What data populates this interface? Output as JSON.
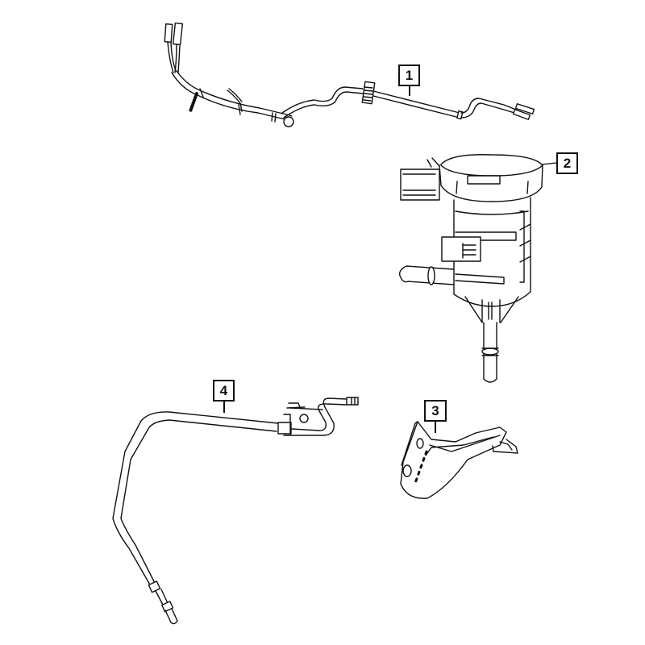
{
  "diagram": {
    "type": "exploded-parts-diagram",
    "background": "#ffffff",
    "line_color": "#111111",
    "parts": [
      {
        "id": "1",
        "callout": "1",
        "description": "wire harness / tube with two end connectors and clips"
      },
      {
        "id": "2",
        "callout": "2",
        "description": "valve/solenoid with electrical connector and two hose nipples"
      },
      {
        "id": "3",
        "callout": "3",
        "description": "mounting bracket"
      },
      {
        "id": "4",
        "callout": "4",
        "description": "hose/tube assembly with clip and fittings"
      }
    ]
  }
}
